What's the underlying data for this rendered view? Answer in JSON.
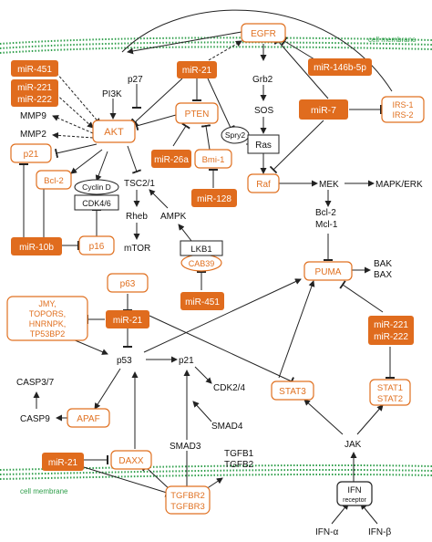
{
  "colors": {
    "orange": "#e07020",
    "mirna_fill": "#e06c1e",
    "membrane": "#2e9e4a",
    "line": "#222222",
    "text": "#111111"
  },
  "membrane": {
    "top_label": "cell membrane",
    "bottom_label": "cell membrane"
  },
  "nodes": {
    "egfr": "EGFR",
    "mir451_top": "miR-451",
    "pi3k": "PI3K",
    "p27": "p27",
    "mir21_top": "miR-21",
    "grb2": "Grb2",
    "mir146": "miR-146b-5p",
    "mir221_top": "miR-221",
    "mir222_top": "miR-222",
    "mmp9": "MMP9",
    "mmp2": "MMP2",
    "akt": "AKT",
    "pten": "PTEN",
    "sos": "SOS",
    "mir7": "miR-7",
    "irs1": "IRS-1",
    "irs2": "IRS-2",
    "spry2": "Spry2",
    "ras": "Ras",
    "p21_left": "p21",
    "bcl2_box": "Bcl-2",
    "cyclind": "Cyclin D",
    "cdk46": "CDK4/6",
    "tsc": "TSC2/1",
    "mir26a": "miR-26a",
    "bmi1": "Bmi-1",
    "raf": "Raf",
    "mek": "MEK",
    "mapk": "MAPK/ERK",
    "mir128": "miR-128",
    "rheb": "Rheb",
    "ampk": "AMPK",
    "bcl2": "Bcl-2",
    "mcl1": "Mcl-1",
    "mir10b": "miR-10b",
    "p16": "p16",
    "mtor": "mTOR",
    "lkb1": "LKB1",
    "cab39": "CAB39",
    "puma": "PUMA",
    "bak": "BAK",
    "bax": "BAX",
    "p63": "p63",
    "mir451_mid": "miR-451",
    "jmy": "JMY,",
    "topors": "TOPORS,",
    "hnrnpk": "HNRNPK,",
    "tp53bp2": "TP53BP2",
    "mir21_mid": "miR-21",
    "mir221_right": "miR-221",
    "mir222_right": "miR-222",
    "p53": "p53",
    "p21_mid": "p21",
    "casp37": "CASP3/7",
    "cdk24": "CDK2/4",
    "stat3": "STAT3",
    "stat1": "STAT1",
    "stat2": "STAT2",
    "casp9": "CASP9",
    "apaf": "APAF",
    "smad4": "SMAD4",
    "jak": "JAK",
    "mir21_bot": "miR-21",
    "daxx": "DAXX",
    "smad3": "SMAD3",
    "tgfb1": "TGFB1",
    "tgfb2": "TGFB2",
    "tgfbr2": "TGFBR2",
    "tgfbr3": "TGFBR3",
    "ifn": "IFN",
    "receptor": "receptor",
    "ifna": "IFN-α",
    "ifnb": "IFN-β"
  }
}
